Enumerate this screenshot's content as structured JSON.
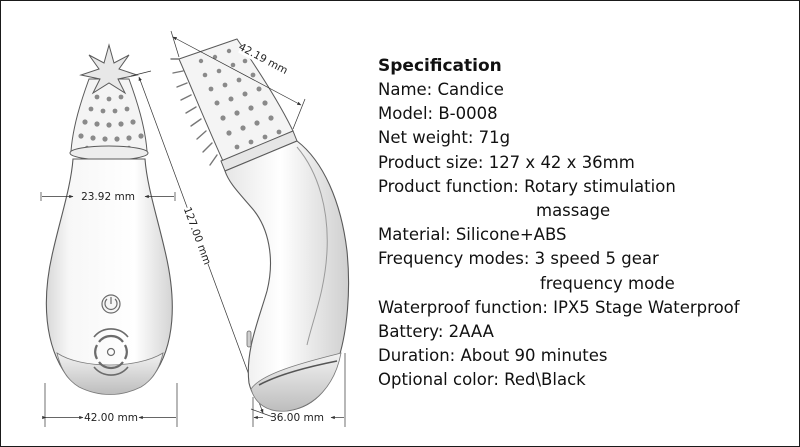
{
  "dimensions": {
    "top_width": "23.92 mm",
    "bottom_width": "42.00 mm",
    "length": "127.00 mm",
    "side_top": "42.19 mm",
    "side_bottom": "36.00 mm"
  },
  "spec": {
    "title": "Specification",
    "lines": [
      {
        "text": "Name: Candice"
      },
      {
        "text": "Model: B-0008"
      },
      {
        "text": "Net weight: 71g"
      },
      {
        "text": "Product size: 127 x 42 x 36mm"
      },
      {
        "text": "Product function: Rotary stimulation",
        "cont": "massage"
      },
      {
        "text": "Material: Silicone+ABS"
      },
      {
        "text": "Frequency modes: 3 speed 5 gear",
        "cont": "frequency mode"
      },
      {
        "text": "Waterproof function: IPX5 Stage Waterproof"
      },
      {
        "text": "Battery: 2AAA"
      },
      {
        "text": "Duration: About 90 minutes"
      },
      {
        "text": "Optional color: Red\\Black"
      }
    ]
  },
  "colors": {
    "outline": "#5a5a5a",
    "dimension": "#333333",
    "shade": "#9a9a9a",
    "text": "#111111"
  }
}
